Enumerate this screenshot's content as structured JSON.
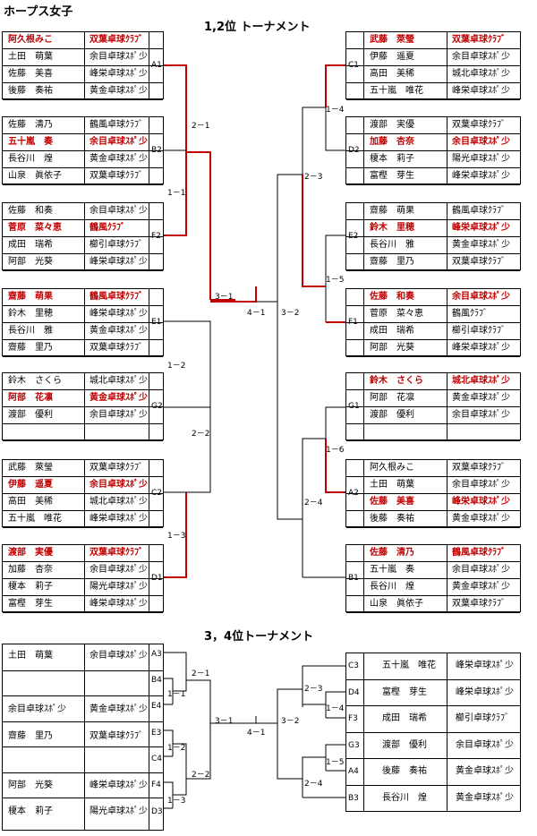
{
  "page_title": "ホープス女子",
  "t1_title": "1,2位 トーナメント",
  "t2_title": "3，4位トーナメント",
  "left_groups": [
    {
      "slot": "A1",
      "rows": [
        {
          "name": "阿久根みこ",
          "club": "双葉卓球ｸﾗﾌﾞ",
          "win": true
        },
        {
          "name": "土田　萌葉",
          "club": "余目卓球ｽﾎﾟ少"
        },
        {
          "name": "佐藤　美喜",
          "club": "峰栄卓球ｽﾎﾟ少"
        },
        {
          "name": "後藤　奏祐",
          "club": "黄金卓球ｽﾎﾟ少"
        }
      ]
    },
    {
      "slot": "B2",
      "rows": [
        {
          "name": "佐藤　清乃",
          "club": "鶴風卓球ｸﾗﾌﾞ"
        },
        {
          "name": "五十嵐　奏",
          "club": "余目卓球ｽﾎﾟ少",
          "win": true
        },
        {
          "name": "長谷川　煌",
          "club": "黄金卓球ｽﾎﾟ少"
        },
        {
          "name": "山泉　眞依子",
          "club": "双葉卓球ｸﾗﾌﾞ"
        }
      ]
    },
    {
      "slot": "F2",
      "rows": [
        {
          "name": "佐藤　和奏",
          "club": "余目卓球ｽﾎﾟ少"
        },
        {
          "name": "菅原　菜々恵",
          "club": "鶴風ｸﾗﾌﾞ",
          "win": true
        },
        {
          "name": "成田　瑞希",
          "club": "櫛引卓球ｸﾗﾌﾞ"
        },
        {
          "name": "阿部　光葵",
          "club": "峰栄卓球ｽﾎﾟ少"
        }
      ]
    },
    {
      "slot": "E1",
      "rows": [
        {
          "name": "齋藤　萌果",
          "club": "鶴風卓球ｸﾗﾌﾞ",
          "win": true
        },
        {
          "name": "鈴木　里穂",
          "club": "峰栄卓球ｽﾎﾟ少"
        },
        {
          "name": "長谷川　雅",
          "club": "黄金卓球ｽﾎﾟ少"
        },
        {
          "name": "齋藤　里乃",
          "club": "双葉卓球ｸﾗﾌﾞ"
        }
      ]
    },
    {
      "slot": "G2",
      "rows": [
        {
          "name": "鈴木　さくら",
          "club": "城北卓球ｽﾎﾟ少"
        },
        {
          "name": "阿部　花凛",
          "club": "黄金卓球ｽﾎﾟ少",
          "win": true
        },
        {
          "name": "渡部　優利",
          "club": "余目卓球ｽﾎﾟ少"
        },
        {
          "name": "",
          "club": ""
        }
      ]
    },
    {
      "slot": "C2",
      "rows": [
        {
          "name": "武藤　萊瑩",
          "club": "双葉卓球ｸﾗﾌﾞ"
        },
        {
          "name": "伊藤　遥夏",
          "club": "余目卓球ｽﾎﾟ少",
          "win": true
        },
        {
          "name": "高田　美稀",
          "club": "城北卓球ｽﾎﾟ少"
        },
        {
          "name": "五十嵐　唯花",
          "club": "峰栄卓球ｽﾎﾟ少"
        }
      ]
    },
    {
      "slot": "D1",
      "rows": [
        {
          "name": "渡部　実優",
          "club": "双葉卓球ｸﾗﾌﾞ",
          "win": true
        },
        {
          "name": "加藤　杏奈",
          "club": "余目卓球ｽﾎﾟ少"
        },
        {
          "name": "榎本　莉子",
          "club": "陽光卓球ｽﾎﾟ少"
        },
        {
          "name": "富樫　芽生",
          "club": "峰栄卓球ｽﾎﾟ少"
        }
      ]
    }
  ],
  "right_groups": [
    {
      "slot": "C1",
      "rows": [
        {
          "name": "武藤　萊瑩",
          "club": "双葉卓球ｸﾗﾌﾞ",
          "win": true
        },
        {
          "name": "伊藤　遥夏",
          "club": "余目卓球ｽﾎﾟ少"
        },
        {
          "name": "高田　美稀",
          "club": "城北卓球ｽﾎﾟ少"
        },
        {
          "name": "五十嵐　唯花",
          "club": "峰栄卓球ｽﾎﾟ少"
        }
      ]
    },
    {
      "slot": "D2",
      "rows": [
        {
          "name": "渡部　実優",
          "club": "双葉卓球ｸﾗﾌﾞ"
        },
        {
          "name": "加藤　杏奈",
          "club": "余目卓球ｽﾎﾟ少",
          "win": true
        },
        {
          "name": "榎本　莉子",
          "club": "陽光卓球ｽﾎﾟ少"
        },
        {
          "name": "富樫　芽生",
          "club": "峰栄卓球ｽﾎﾟ少"
        }
      ]
    },
    {
      "slot": "E2",
      "rows": [
        {
          "name": "齋藤　萌果",
          "club": "鶴風卓球ｸﾗﾌﾞ"
        },
        {
          "name": "鈴木　里穂",
          "club": "峰栄卓球ｽﾎﾟ少",
          "win": true
        },
        {
          "name": "長谷川　雅",
          "club": "黄金卓球ｽﾎﾟ少"
        },
        {
          "name": "齋藤　里乃",
          "club": "双葉卓球ｸﾗﾌﾞ"
        }
      ]
    },
    {
      "slot": "F1",
      "rows": [
        {
          "name": "佐藤　和奏",
          "club": "余目卓球ｽﾎﾟ少",
          "win": true
        },
        {
          "name": "菅原　菜々恵",
          "club": "鶴風ｸﾗﾌﾞ"
        },
        {
          "name": "成田　瑞希",
          "club": "櫛引卓球ｸﾗﾌﾞ"
        },
        {
          "name": "阿部　光葵",
          "club": "峰栄卓球ｽﾎﾟ少"
        }
      ]
    },
    {
      "slot": "G1",
      "rows": [
        {
          "name": "鈴木　さくら",
          "club": "城北卓球ｽﾎﾟ少",
          "win": true
        },
        {
          "name": "阿部　花凛",
          "club": "黄金卓球ｽﾎﾟ少"
        },
        {
          "name": "渡部　優利",
          "club": "余目卓球ｽﾎﾟ少"
        },
        {
          "name": "",
          "club": ""
        }
      ]
    },
    {
      "slot": "A2",
      "rows": [
        {
          "name": "阿久根みこ",
          "club": "双葉卓球ｸﾗﾌﾞ"
        },
        {
          "name": "土田　萌葉",
          "club": "余目卓球ｽﾎﾟ少"
        },
        {
          "name": "佐藤　美喜",
          "club": "峰栄卓球ｽﾎﾟ少",
          "win": true
        },
        {
          "name": "後藤　奏祐",
          "club": "黄金卓球ｽﾎﾟ少"
        }
      ]
    },
    {
      "slot": "B1",
      "rows": [
        {
          "name": "佐藤　清乃",
          "club": "鶴風卓球ｸﾗﾌﾞ",
          "win": true
        },
        {
          "name": "五十嵐　奏",
          "club": "余目卓球ｽﾎﾟ少"
        },
        {
          "name": "長谷川　煌",
          "club": "黄金卓球ｽﾎﾟ少"
        },
        {
          "name": "山泉　眞依子",
          "club": "双葉卓球ｸﾗﾌﾞ"
        }
      ]
    }
  ],
  "match_labels_t1": {
    "m_2_1": "2－1",
    "m_1_1": "1－1",
    "m_3_1": "3－1",
    "m_1_2": "1－2",
    "m_2_2": "2－2",
    "m_1_3": "1－3",
    "m_4_1": "4－1",
    "m_3_2": "3－2",
    "m_1_4": "1－4",
    "m_2_3": "2－3",
    "m_1_5": "1－5",
    "m_1_6": "1－6",
    "m_2_4": "2－4"
  },
  "t2_left": {
    "rows": [
      {
        "name": "土田　萌葉",
        "club": "余目卓球ｽﾎﾟ少"
      },
      {
        "name": "",
        "club": ""
      },
      {
        "name": "",
        "club": ""
      },
      {
        "name": "余目卓球ｽﾎﾟ少",
        "club": "黄金卓球ｽﾎﾟ少"
      },
      {
        "name": "齋藤　里乃",
        "club": "双葉卓球ｸﾗﾌﾞ"
      },
      {
        "name": "",
        "club": ""
      },
      {
        "name": "阿部　光葵",
        "club": "峰栄卓球ｽﾎﾟ少"
      },
      {
        "name": "榎本　莉子",
        "club": "陽光卓球ｽﾎﾟ少"
      }
    ],
    "slots": [
      "A3",
      "B4",
      "E4",
      "E3",
      "C4",
      "F4",
      "D3"
    ]
  },
  "t2_right": {
    "rows": [
      {
        "name": "五十嵐　唯花",
        "club": "峰栄卓球ｽﾎﾟ少"
      },
      {
        "name": "富樫　芽生",
        "club": "峰栄卓球ｽﾎﾟ少"
      },
      {
        "name": "成田　瑞希",
        "club": "櫛引卓球ｸﾗﾌﾞ"
      },
      {
        "name": "渡部　優利",
        "club": "余目卓球ｽﾎﾟ少"
      },
      {
        "name": "後藤　奏祐",
        "club": "黄金卓球ｽﾎﾟ少"
      },
      {
        "name": "長谷川　煌",
        "club": "黄金卓球ｽﾎﾟ少"
      }
    ],
    "slots": [
      "C3",
      "D4",
      "F3",
      "G3",
      "A4",
      "B3"
    ]
  },
  "match_labels_t2": {
    "m_2_1": "2－1",
    "m_1_1": "1－1",
    "m_3_1": "3－1",
    "m_1_2": "1－2",
    "m_2_2": "2－2",
    "m_1_3": "1－3",
    "m_4_1": "4－1",
    "m_3_2": "3－2",
    "m_2_3": "2－3",
    "m_1_4": "1－4",
    "m_1_5": "1－5",
    "m_2_4": "2－4"
  },
  "colors": {
    "winner": "#c00000",
    "bracket_win": "#c00000",
    "bracket": "#000000"
  }
}
